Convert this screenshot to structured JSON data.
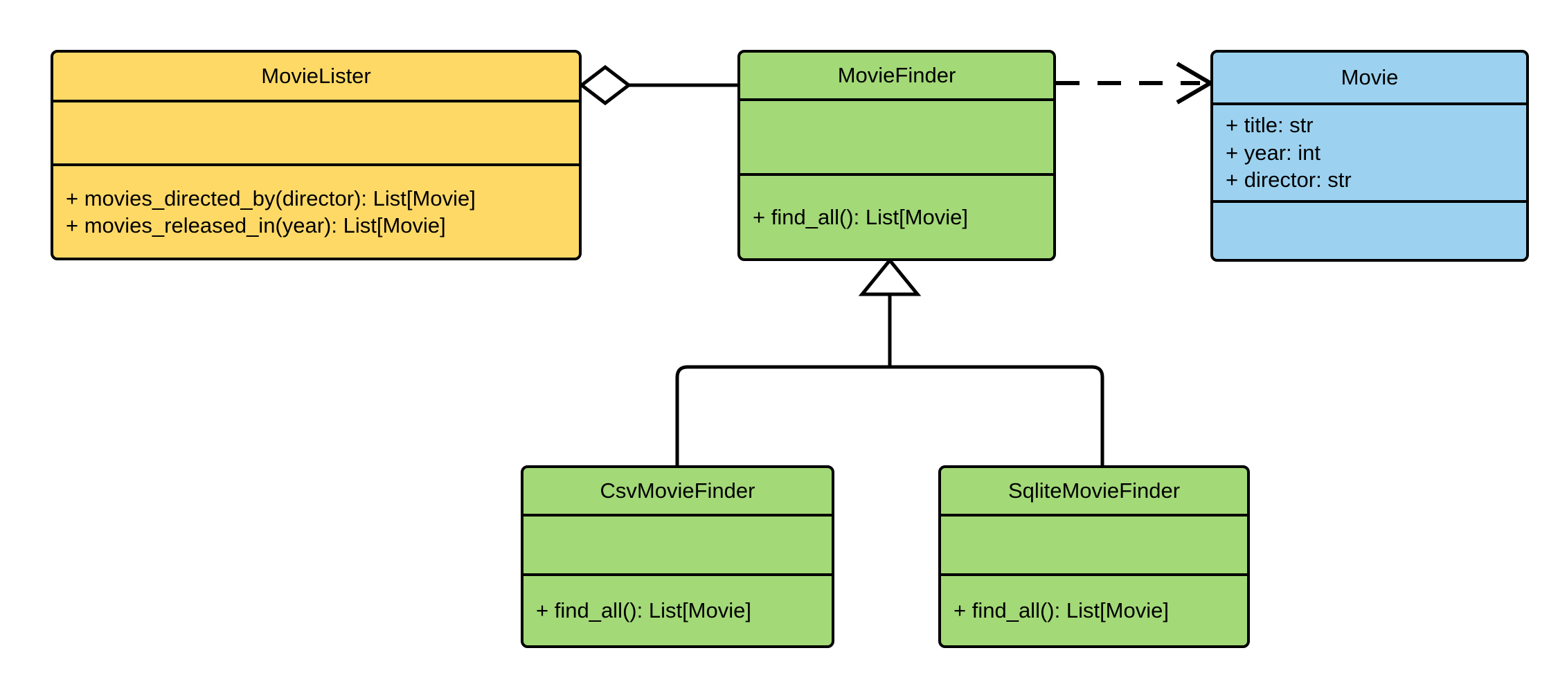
{
  "diagram": {
    "kind": "uml-class-diagram",
    "background": "#ffffff",
    "line_color": "#000000"
  },
  "classes": [
    {
      "id": "movielister",
      "name": "MovieLister",
      "fill": "#FFD966",
      "attributes": [],
      "methods": [
        "+ movies_directed_by(director): List[Movie]",
        "+ movies_released_in(year): List[Movie]"
      ]
    },
    {
      "id": "moviefinder",
      "name": "MovieFinder",
      "fill": "#A3D977",
      "attributes": [],
      "methods": [
        "+ find_all(): List[Movie]"
      ]
    },
    {
      "id": "movie",
      "name": "Movie",
      "fill": "#9CD2F0",
      "attributes": [
        "+ title: str",
        "+ year: int",
        "+ director: str"
      ],
      "methods": []
    },
    {
      "id": "csvmoviefinder",
      "name": "CsvMovieFinder",
      "fill": "#A3D977",
      "attributes": [],
      "methods": [
        "+ find_all(): List[Movie]"
      ]
    },
    {
      "id": "sqlitemoviefinder",
      "name": "SqliteMovieFinder",
      "fill": "#A3D977",
      "attributes": [],
      "methods": [
        "+ find_all(): List[Movie]"
      ]
    }
  ],
  "relationships": [
    {
      "id": "aggregation-movielister-moviefinder",
      "type": "aggregation",
      "from": "MovieLister",
      "to": "MovieFinder",
      "marker": "hollow-diamond",
      "line": "solid"
    },
    {
      "id": "dependency-moviefinder-movie",
      "type": "dependency",
      "from": "MovieFinder",
      "to": "Movie",
      "marker": "open-arrow",
      "line": "dashed"
    },
    {
      "id": "inheritance-csvmoviefinder-moviefinder",
      "type": "generalization",
      "from": "CsvMovieFinder",
      "to": "MovieFinder",
      "marker": "hollow-triangle",
      "line": "solid"
    },
    {
      "id": "inheritance-sqlitemoviefinder-moviefinder",
      "type": "generalization",
      "from": "SqliteMovieFinder",
      "to": "MovieFinder",
      "marker": "hollow-triangle",
      "line": "solid"
    }
  ]
}
